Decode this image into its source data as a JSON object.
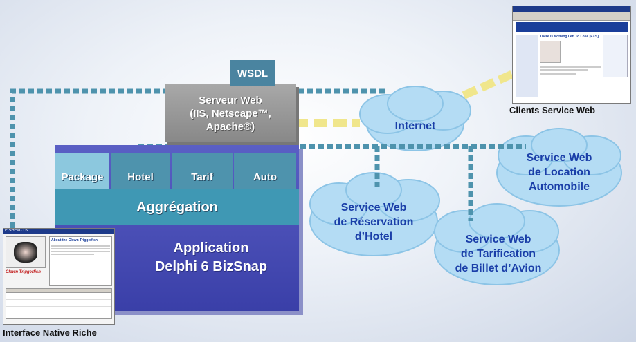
{
  "server": {
    "line1": "Serveur Web",
    "line2": "(IIS, Netscape™,",
    "line3": "Apache®)"
  },
  "wsdl": "WSDL",
  "modules": [
    "Package",
    "Hotel",
    "Tarif",
    "Auto"
  ],
  "aggregation": "Aggrégation",
  "application": {
    "line1": "Application",
    "line2": "Delphi 6 BizSnap"
  },
  "internet": "Internet",
  "services": {
    "hotel": {
      "line1": "Service Web",
      "line2": "de Réservation",
      "line3": "d’Hotel"
    },
    "location": {
      "line1": "Service Web",
      "line2": "de Location",
      "line3": "Automobile"
    },
    "tarif": {
      "line1": "Service Web",
      "line2": "de Tarification",
      "line3": "de Billet d’Avion"
    }
  },
  "captions": {
    "clients": "Clients Service Web",
    "native": "Interface Native Riche"
  },
  "desktop_app": {
    "title": "FISHFACTS",
    "heading": "About the Clown Triggerfish",
    "fish": "Clown Triggerfish"
  },
  "browser": {
    "heading": "There is Nothing Left To Lose [EXS]"
  },
  "colors": {
    "accent": "#1a3ea8",
    "dotted": "#4e93ad",
    "yellow": "#f0e68c"
  }
}
